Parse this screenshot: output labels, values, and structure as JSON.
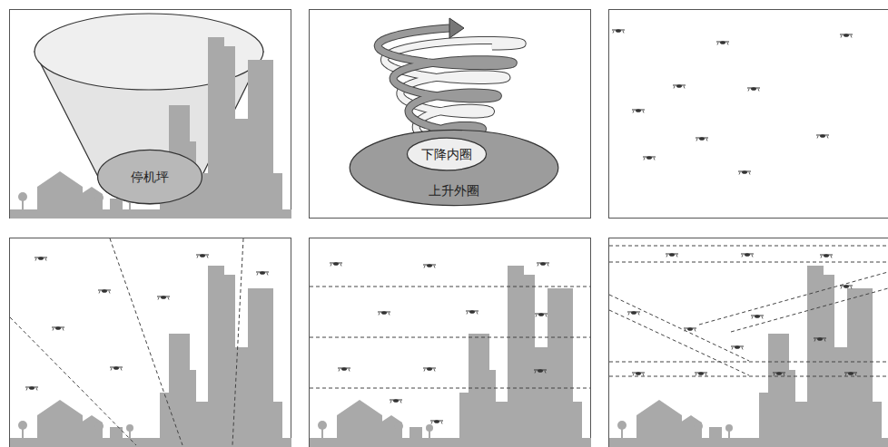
{
  "diagram": {
    "nodes": [
      {
        "text": [
          "停机坪"
        ]
      },
      {
        "text": [
          "上升外圈"
        ]
      },
      {
        "text": [
          "下降内圈"
        ],
        "in": 1
      }
    ]
  }
}
